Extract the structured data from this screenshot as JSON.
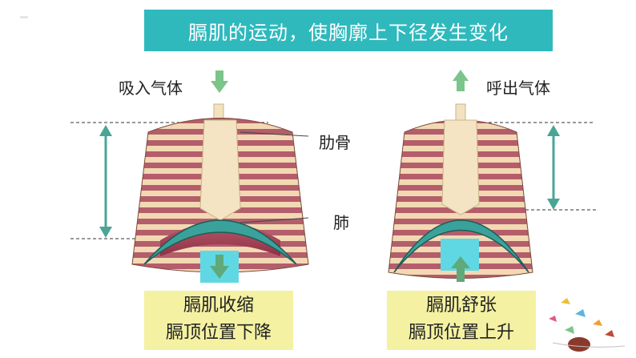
{
  "title": "膈肌的运动，使胸廓上下径发生变化",
  "left_panel": {
    "air_label": "吸入气体",
    "rib_label": "肋骨",
    "lung_label": "肺",
    "caption_line1": "膈肌收缩",
    "caption_line2": "膈顶位置下降"
  },
  "right_panel": {
    "air_label": "呼出气体",
    "caption_line1": "膈肌舒张",
    "caption_line2": "膈顶位置上升"
  },
  "colors": {
    "title_bg": "#2fb9bd",
    "arrow_green": "#7bc58a",
    "diaphragm": "#3aa29a",
    "caption_bg": "#f4f1a2",
    "cyan_box": "#5fd8e4"
  }
}
